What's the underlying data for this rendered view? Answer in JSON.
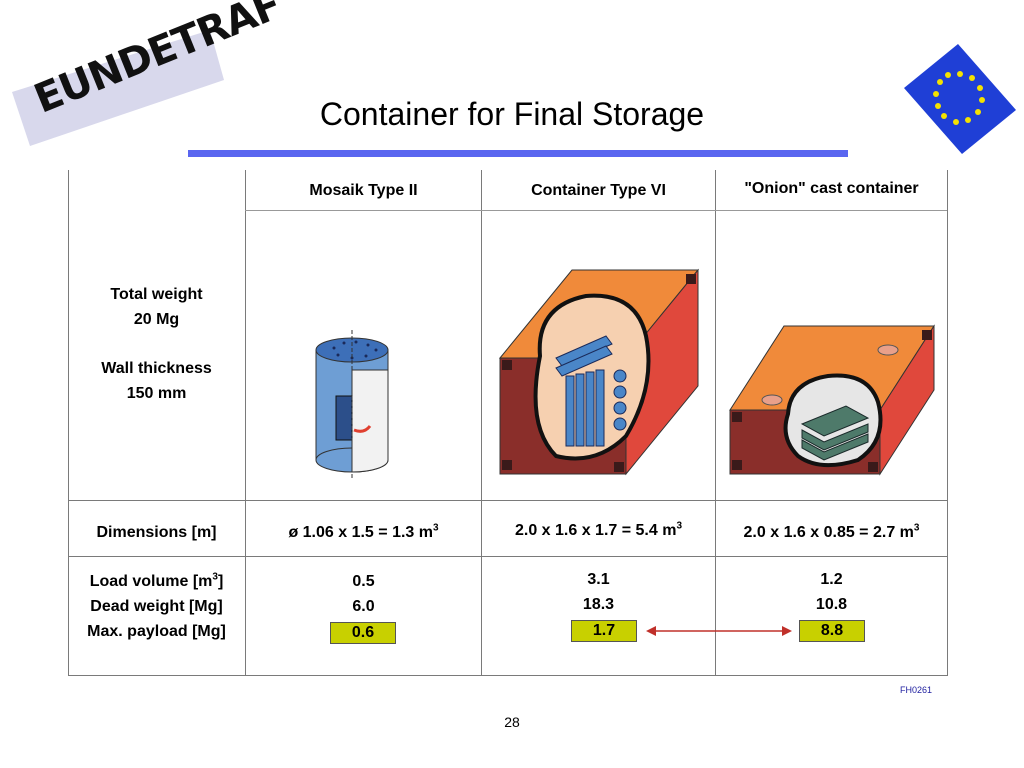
{
  "logo": {
    "text": "EUNDETRAF"
  },
  "title": "Container for Final Storage",
  "table": {
    "headers": [
      "Mosaik Type II",
      "Container Type VI",
      "\"Onion\" cast container"
    ],
    "left_properties": [
      "Total weight",
      "20 Mg",
      "Wall thickness",
      "150 mm"
    ],
    "dimensions_label": "Dimensions [m]",
    "dimensions": [
      {
        "prefix": "ø 1.06 x 1.5 = 1.3 m",
        "sup": "3"
      },
      {
        "prefix": "2.0 x 1.6 x 1.7 = 5.4 m",
        "sup": "3"
      },
      {
        "prefix": "2.0 x 1.6 x 0.85 = 2.7 m",
        "sup": "3"
      }
    ],
    "row_labels": {
      "load_volume_prefix": "Load volume [m",
      "load_volume_sup": "3",
      "load_volume_suffix": "]",
      "dead_weight": "Dead weight [Mg]",
      "max_payload": "Max. payload [Mg]"
    },
    "columns": [
      {
        "load_volume": "0.5",
        "dead_weight": "6.0",
        "max_payload": "0.6"
      },
      {
        "load_volume": "3.1",
        "dead_weight": "18.3",
        "max_payload": "1.7"
      },
      {
        "load_volume": "1.2",
        "dead_weight": "10.8",
        "max_payload": "8.8"
      }
    ]
  },
  "colors": {
    "title_rule": "#5a66f0",
    "payload_highlight": "#c8d000",
    "arrow": "#c0302a",
    "orange": "#f08a3a",
    "red_side": "#e0483c",
    "steel_blue": "#4a86c8"
  },
  "footer": {
    "code": "FH0261",
    "page": "28"
  }
}
